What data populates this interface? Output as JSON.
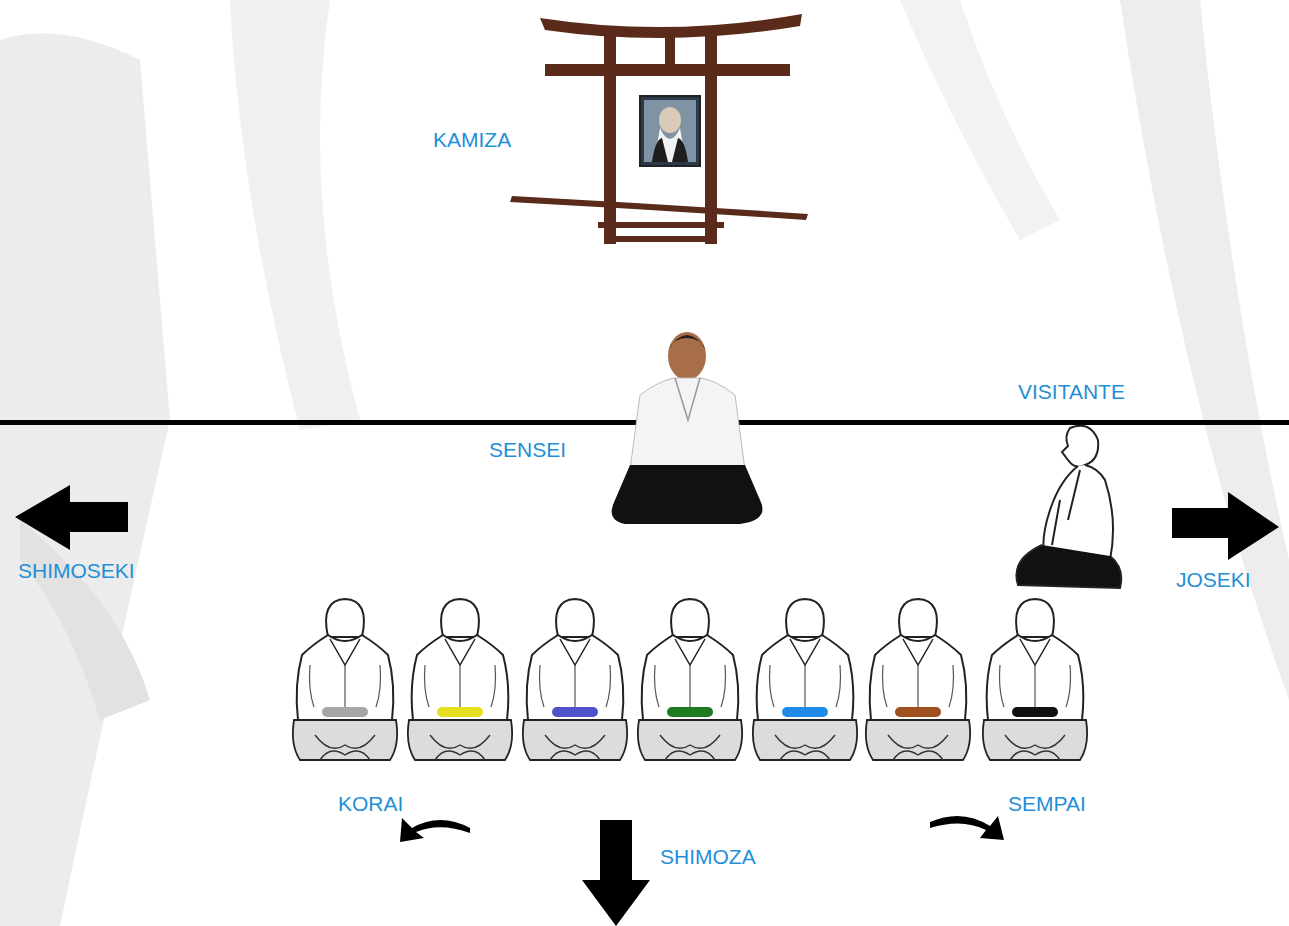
{
  "diagram": {
    "labels": [
      "KAMIZA",
      "SENSEI",
      "VISITANTE",
      "SHIMOSEKI",
      "JOSEKI",
      "KORAI",
      "SEMPAI",
      "SHIMOZA"
    ]
  }
}
